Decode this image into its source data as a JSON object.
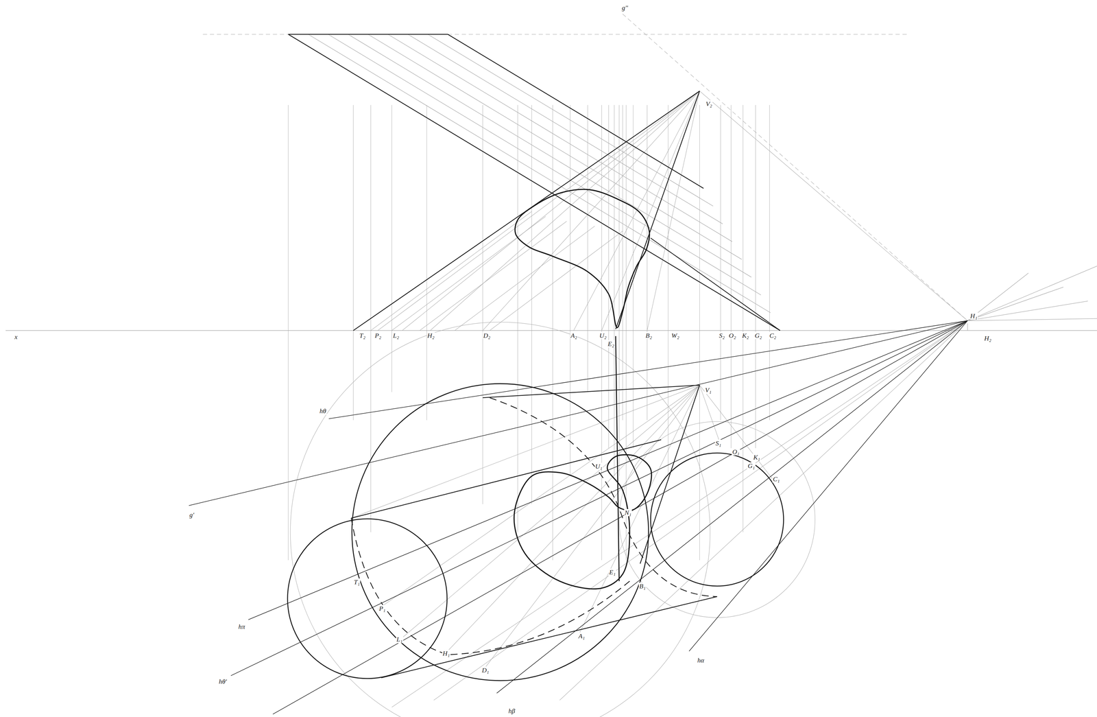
{
  "diagram": {
    "labels": [
      "g''",
      "V₂",
      "x",
      "T₂",
      "P₂",
      "L₂",
      "H₂",
      "D₂",
      "A₂",
      "U₂",
      "E₂",
      "B₂",
      "W₂",
      "S₂",
      "O₂",
      "K₂",
      "G₂",
      "C₂",
      "H₁",
      "H₂",
      "V₁",
      "hθ",
      "g'",
      "hπ",
      "hθ'",
      "hα",
      "hβ",
      "T₁",
      "P₁",
      "L₁",
      "H₁",
      "D₁",
      "A₁",
      "B₁",
      "S₁",
      "O₁",
      "K₁",
      "G₁",
      "C₁",
      "U₁",
      "N₁",
      "E₁"
    ]
  }
}
